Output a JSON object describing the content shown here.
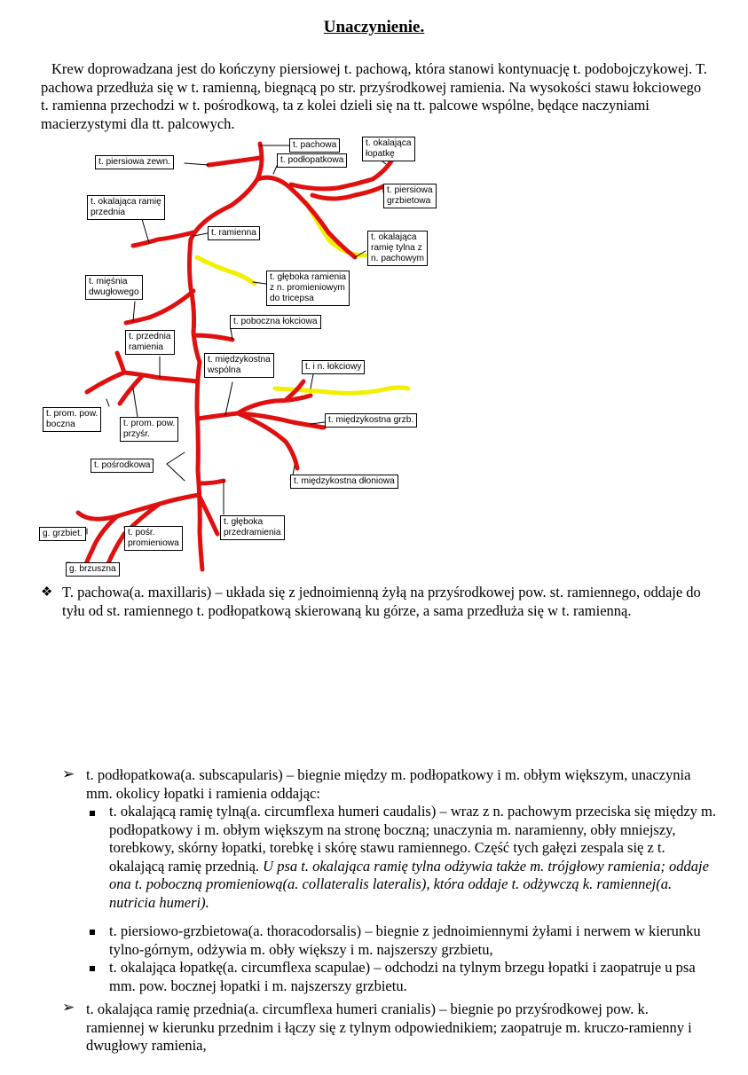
{
  "title": "Unaczynienie.",
  "intro": "Krew doprowadzana jest do kończyny piersiowej t. pachową, która stanowi kontynuację t. podobojczykowej. T. pachowa przedłuża się w t. ramienną, biegnącą po str. przyśrodkowej ramienia. Na wysokości stawu łokciowego t. ramienna przechodzi w t. pośrodkową, ta z kolei dzieli się na tt. palcowe wspólne, będące naczyniami macierzystymi dla tt. palcowych.",
  "colors": {
    "artery": "#e01010",
    "nerve": "#f2f000",
    "leader": "#000000"
  },
  "diagram_labels": {
    "pachowa": "t. pachowa",
    "okalajaca_lopatke": "t. okalająca\nłopatkę",
    "piersiowa_zewn": "t. piersiowa zewn.",
    "podlopatkowa": "t. podłopatkowa",
    "piersiowa_grzbietowa": "t. piersiowa\ngrzbietowa",
    "okalajaca_ramie_przednia": "t. okalająca ramię\nprzednia",
    "okalajaca_ramie_tylna": "t. okalająca\nramię tylna z\nn. pachowym",
    "ramienna": "t. ramienna",
    "gleboka_ramienia": "t. głęboka ramienia\nz n. promieniowym\ndo tricepsa",
    "miesnia_dwuglowego": "t. mięśnia\ndwugłowego",
    "poboczna_lokciowa": "t. poboczna łokciowa",
    "przednia_ramienia": "t. przednia\nramienia",
    "miedzykostna_wspolna": "t. międzykostna\nwspólna",
    "i_n_lokciowy": "t. i n. łokciowy",
    "prom_pow_boczna": "t. prom. pow.\nboczna",
    "prom_pow_przysr": "t. prom. pow.\nprzyśr.",
    "miedzykostna_grzb": "t. międzykostna grzb.",
    "posrodkowa": "t. pośrodkowa",
    "miedzykostna_dloniowa": "t. międzykostna dłoniowa",
    "gleboka_przedramienia": "t. głęboka\nprzedramienia",
    "g_grzbiet": "g. grzbiet.",
    "posr_promieniowa": "t. pośr.\npromieniowa",
    "g_brzuszna": "g. brzuszna"
  },
  "bullet1": "T. pachowa(a. maxillaris) – układa się z jednoimienną żyłą na przyśrodkowej pow. st. ramiennego, oddaje do tyłu od st. ramiennego t. podłopatkową skierowaną ku górze, a sama przedłuża się w t. ramienną.",
  "arrow1": "t. podłopatkowa(a. subscapularis) – biegnie między m. podłopatkowy i m. obłym większym, unaczynia mm. okolicy łopatki i ramienia oddając:",
  "sub1_normal": "t. okalającą ramię tylną(a. circumflexa humeri caudalis) – wraz z n. pachowym przeciska się między m. podłopatkowy i m. obłym większym na stronę boczną; unaczynia m. naramienny, obły mniejszy, torebkowy, skórny łopatki, torebkę i skórę stawu ramiennego. Część tych gałęzi zespala się z t. okalającą ramię przednią. ",
  "sub1_italic": "U psa t. okalająca ramię tylna odżywia także m. trójgłowy ramienia; oddaje ona t. poboczną promieniową(a. collateralis lateralis), która oddaje t. odżywczą k. ramiennej(a. nutricia humeri).",
  "sub2": "t. piersiowo-grzbietowa(a. thoracodorsalis) – biegnie z jednoimiennymi żyłami i nerwem w kierunku tylno-górnym, odżywia m. obły większy i m. najszerszy grzbietu,",
  "sub3": "t. okalająca łopatkę(a. circumflexa scapulae) – odchodzi na tylnym brzegu łopatki i zaopatruje u psa mm. pow. bocznej łopatki i m. najszerszy grzbietu.",
  "arrow2": "t. okalająca ramię przednia(a. circumflexa humeri cranialis) – biegnie po przyśrodkowej pow. k. ramiennej w kierunku przednim i łączy się z tylnym odpowiednikiem; zaopatruje m. kruczo-ramienny i dwugłowy ramienia,"
}
